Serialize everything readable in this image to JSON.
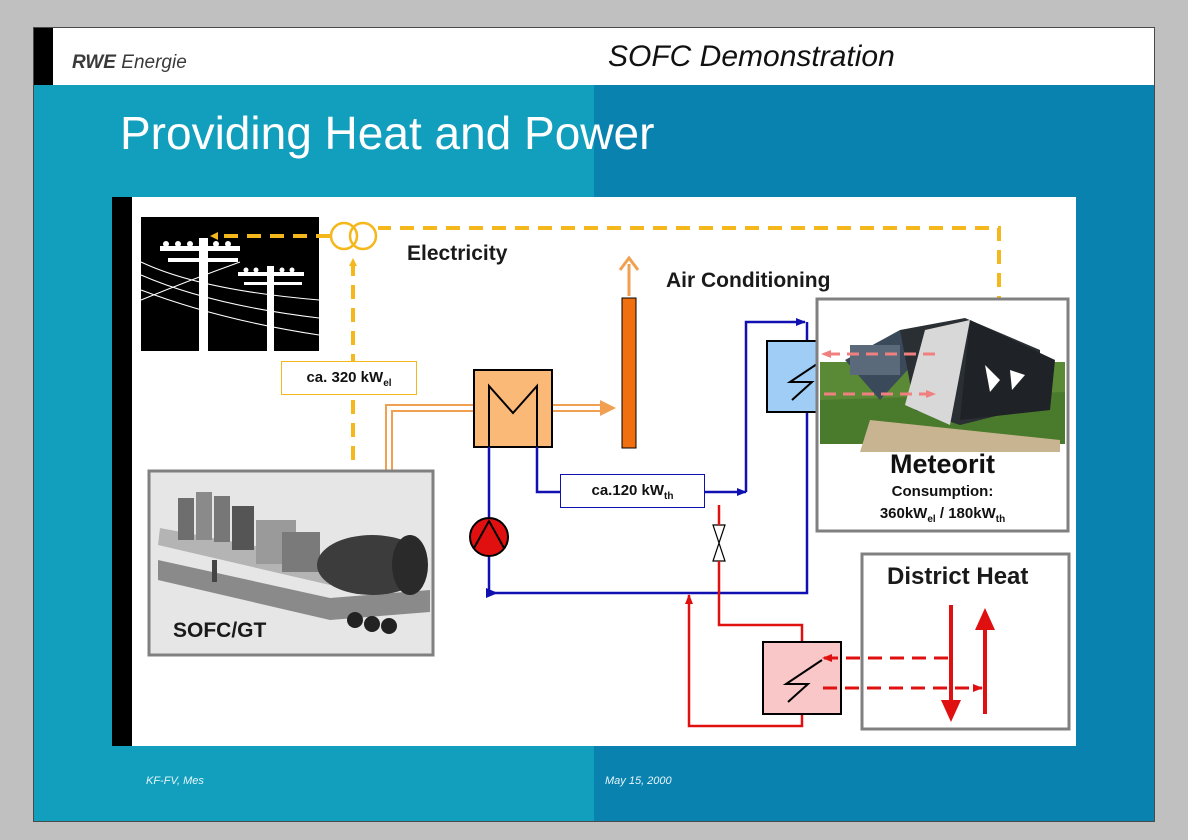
{
  "header": {
    "logo_brand": "RWE",
    "logo_text": "Energie",
    "title": "SOFC Demonstration"
  },
  "slide_title": "Providing Heat and Power",
  "diagram": {
    "electricity": "Electricity",
    "air_conditioning": "Air Conditioning",
    "power_box": {
      "text": "ca. 320 kW",
      "sub": "el"
    },
    "thermal_box": {
      "text": "ca.120 kW",
      "sub": "th"
    },
    "sofc_label": "SOFC/GT",
    "meteorit": {
      "title": "Meteorit",
      "consumption_label": "Consumption:",
      "el_value": "360kW",
      "el_sub": "el",
      "sep": " / ",
      "th_value": "180kW",
      "th_sub": "th"
    },
    "district_heat": "District Heat"
  },
  "colors": {
    "electric": "#f5b81c",
    "cold_line": "#1010b0",
    "hot_line": "#e01010",
    "heat_line": "#f0a050",
    "exchanger_warm": "#fbb978",
    "exchanger_cold": "#9fcdf5",
    "exchanger_hot": "#f9c7c7",
    "chimney": "#f07010"
  },
  "footer": {
    "left": "KF-FV, Mes",
    "right": "May 15, 2000"
  }
}
